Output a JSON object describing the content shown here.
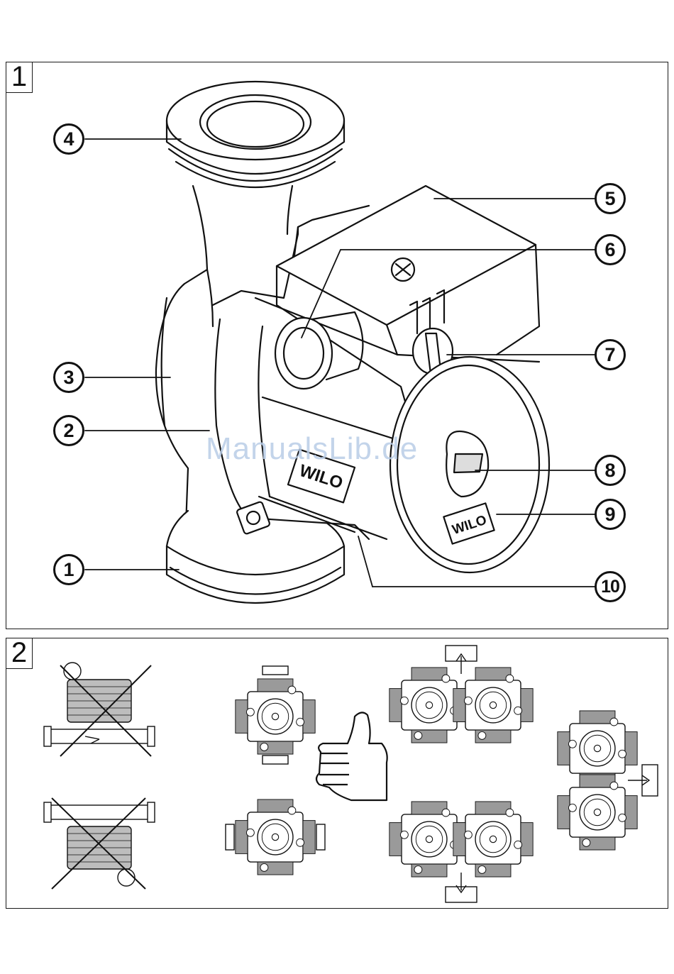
{
  "figure1": {
    "number": "1",
    "callouts": [
      "1",
      "2",
      "3",
      "4",
      "5",
      "6",
      "7",
      "8",
      "9",
      "10"
    ],
    "brand_label_body": "WILO",
    "brand_label_end": "WILO"
  },
  "figure2": {
    "number": "2",
    "symbols": [
      "cross-mark",
      "cross-mark",
      "thumbs-up"
    ]
  },
  "watermark": "ManualsLib.de",
  "colors": {
    "line": "#111111",
    "shade": "#8a8a8a",
    "watermark": "#b9cde7"
  }
}
